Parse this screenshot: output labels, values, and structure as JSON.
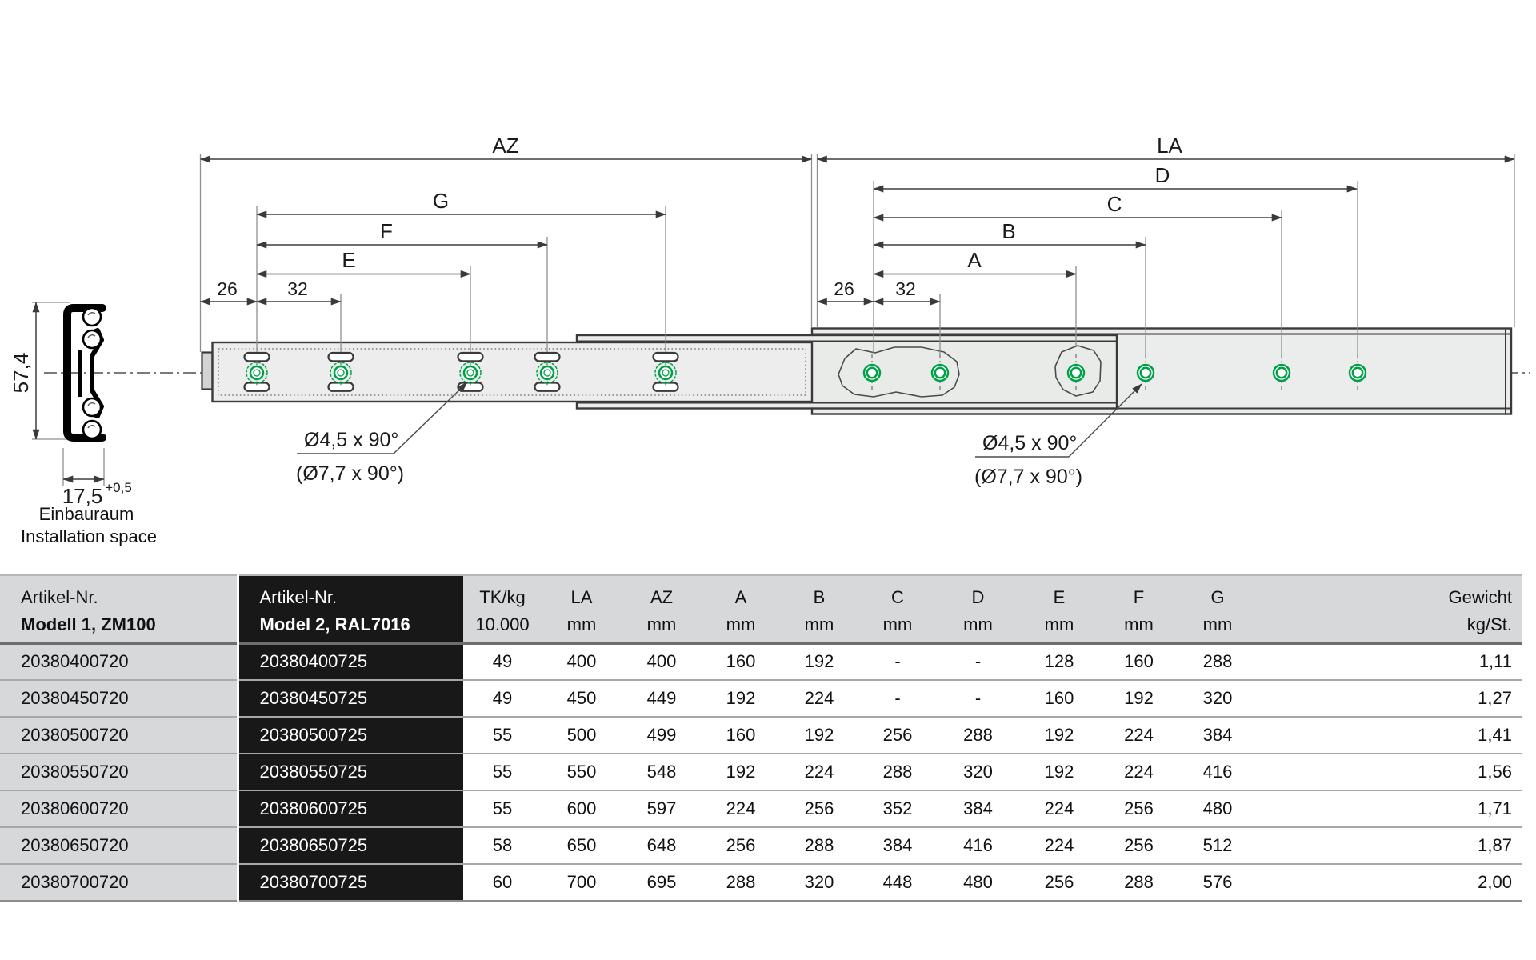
{
  "colors": {
    "accent_green": "#00a049",
    "header_black": "#181818",
    "cell_gray": "#d7d8d9",
    "rail_fill": "#ebedec"
  },
  "drawing": {
    "top_dims": {
      "az": "AZ",
      "la": "LA",
      "a": "A",
      "b": "B",
      "c": "C",
      "d": "D",
      "e": "E",
      "f": "F",
      "g": "G",
      "left_26": "26",
      "left_32": "32",
      "right_26": "26",
      "right_32": "32"
    },
    "cross_section": {
      "height": "57,4",
      "width": "17,5",
      "width_tolerance": "+0,5",
      "caption_de": "Einbauraum",
      "caption_en": "Installation space"
    },
    "hole_callout": {
      "primary": "Ø4,5 x 90°",
      "secondary": "(Ø7,7 x 90°)"
    }
  },
  "table": {
    "header": {
      "col1": {
        "line1": "Artikel-Nr.",
        "line2": "Modell 1, ZM100"
      },
      "col2": {
        "line1": "Artikel-Nr.",
        "line2": "Model 2, RAL7016"
      },
      "value_cols": [
        {
          "label": "TK/kg",
          "unit": "10.000"
        },
        {
          "label": "LA",
          "unit": "mm"
        },
        {
          "label": "AZ",
          "unit": "mm"
        },
        {
          "label": "A",
          "unit": "mm"
        },
        {
          "label": "B",
          "unit": "mm"
        },
        {
          "label": "C",
          "unit": "mm"
        },
        {
          "label": "D",
          "unit": "mm"
        },
        {
          "label": "E",
          "unit": "mm"
        },
        {
          "label": "F",
          "unit": "mm"
        },
        {
          "label": "G",
          "unit": "mm"
        },
        {
          "label": "Gewicht",
          "unit": "kg/St."
        }
      ]
    },
    "rows": [
      [
        "20380400720",
        "20380400725",
        "49",
        "400",
        "400",
        "160",
        "192",
        "-",
        "-",
        "128",
        "160",
        "288",
        "1,11"
      ],
      [
        "20380450720",
        "20380450725",
        "49",
        "450",
        "449",
        "192",
        "224",
        "-",
        "-",
        "160",
        "192",
        "320",
        "1,27"
      ],
      [
        "20380500720",
        "20380500725",
        "55",
        "500",
        "499",
        "160",
        "192",
        "256",
        "288",
        "192",
        "224",
        "384",
        "1,41"
      ],
      [
        "20380550720",
        "20380550725",
        "55",
        "550",
        "548",
        "192",
        "224",
        "288",
        "320",
        "192",
        "224",
        "416",
        "1,56"
      ],
      [
        "20380600720",
        "20380600725",
        "55",
        "600",
        "597",
        "224",
        "256",
        "352",
        "384",
        "224",
        "256",
        "480",
        "1,71"
      ],
      [
        "20380650720",
        "20380650725",
        "58",
        "650",
        "648",
        "256",
        "288",
        "384",
        "416",
        "224",
        "256",
        "512",
        "1,87"
      ],
      [
        "20380700720",
        "20380700725",
        "60",
        "700",
        "695",
        "288",
        "320",
        "448",
        "480",
        "256",
        "288",
        "576",
        "2,00"
      ]
    ]
  }
}
